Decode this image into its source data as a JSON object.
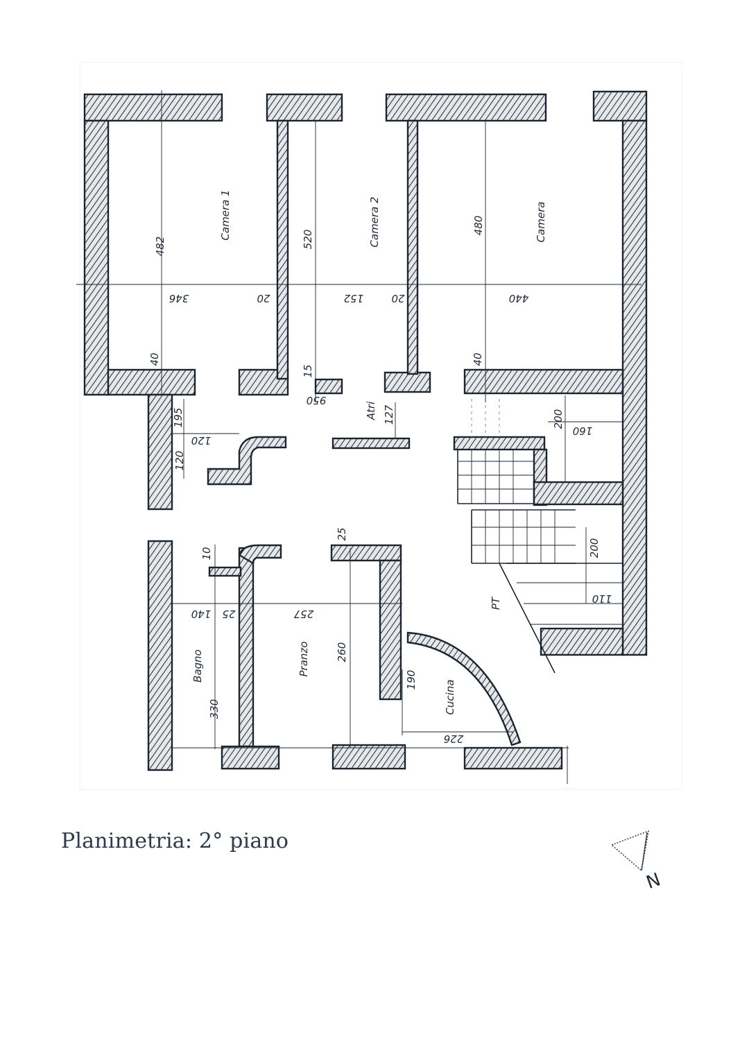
{
  "caption": "Planimetria: 2° piano",
  "north_label": "N",
  "rooms": {
    "camera1": "Camera 1",
    "camera2": "Camera 2",
    "camera3": "Camera",
    "atrio": "Atri",
    "bagno": "Bagno",
    "pranzo": "Pranzo",
    "cucina": "Cucina",
    "pt": "PT"
  },
  "dimensions": {
    "d482": "482",
    "d346": "346",
    "d20a": "20",
    "d520": "520",
    "d152": "152",
    "d20b": "20",
    "d480": "480",
    "d440": "440",
    "d40a": "40",
    "d15": "15",
    "d40b": "40",
    "d950": "950",
    "d127": "127",
    "d195": "195",
    "d120a": "120",
    "d120b": "120",
    "d200a": "200",
    "d160": "160",
    "d10": "10",
    "d25a": "25",
    "d140": "140",
    "d25b": "25",
    "d257": "257",
    "d260": "260",
    "d330": "330",
    "d190": "190",
    "d200b": "200",
    "d110": "110",
    "d226": "226"
  },
  "colors": {
    "ink": "#1b2530",
    "caption": "#2d3a4a"
  }
}
